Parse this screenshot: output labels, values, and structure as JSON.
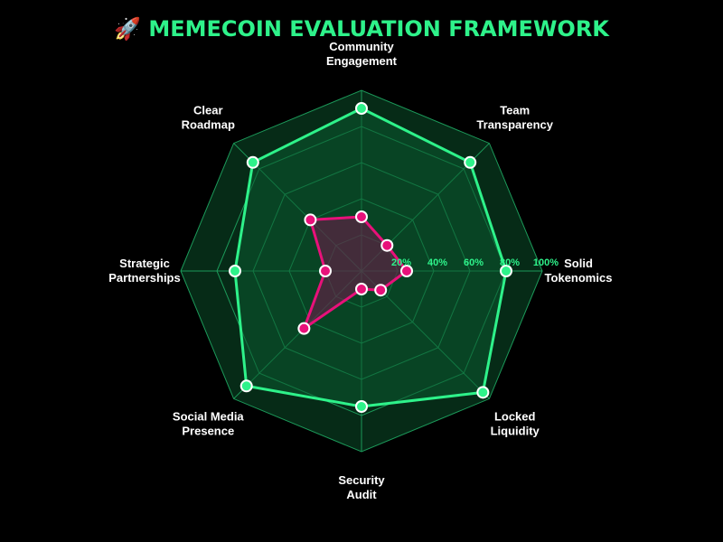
{
  "title": {
    "icon": "rocket-icon",
    "text": "MEMECOIN EVALUATION FRAMEWORK"
  },
  "colors": {
    "background": "#000000",
    "title": "#2ef28a",
    "grid": "#1c9a5a",
    "grid_fill": "#062b17",
    "ideal_line": "#2ef28a",
    "ideal_fill": "#0b5a30",
    "meme_line": "#e8117a",
    "meme_fill": "#6a1d4a",
    "tick": "#2ef28a",
    "label": "#ffffff",
    "point_stroke": "#ffffff"
  },
  "chart_data": {
    "type": "radar",
    "axes": [
      "Solid Tokenomics",
      "Team Transparency",
      "Community Engagement",
      "Clear Roadmap",
      "Strategic Partnerships",
      "Social Media Presence",
      "Security Audit",
      "Locked Liquidity"
    ],
    "tick_labels": [
      "20%",
      "40%",
      "60%",
      "80%",
      "100%"
    ],
    "rlim": [
      0,
      100
    ],
    "grid": true,
    "series": [
      {
        "values": [
          80,
          85,
          90,
          85,
          70,
          90,
          75,
          95
        ]
      },
      {
        "values": [
          25,
          20,
          30,
          40,
          20,
          45,
          10,
          15
        ]
      }
    ]
  }
}
